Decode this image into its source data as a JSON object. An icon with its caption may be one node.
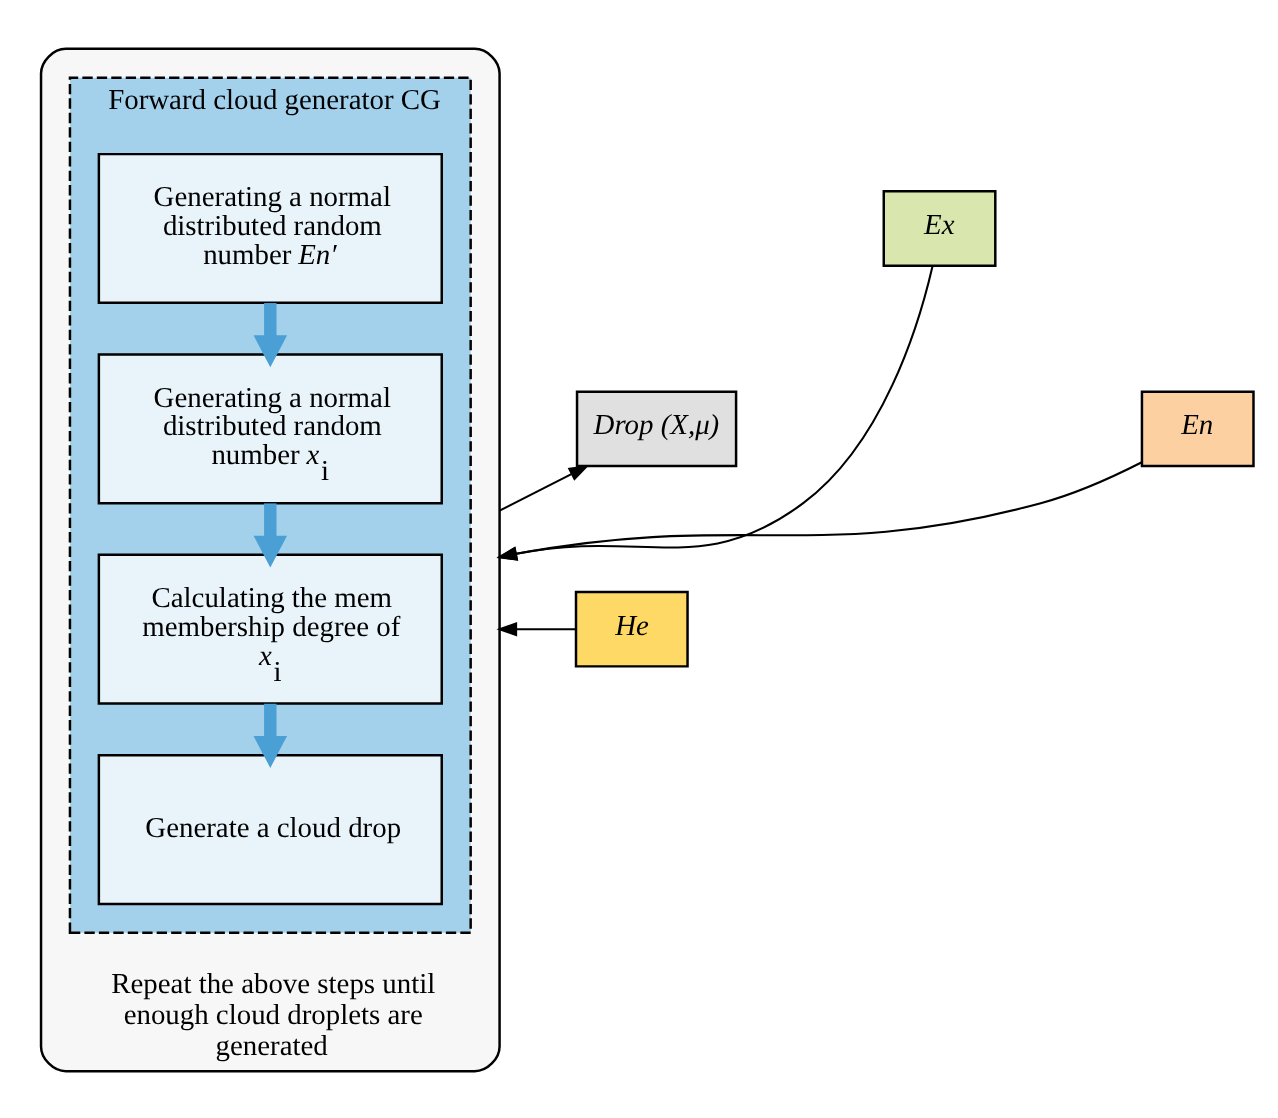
{
  "diagram": {
    "nodes": [
      {
        "text": [
          "Repeat the above steps until enough cloud droplets are generated"
        ]
      },
      {
        "text": [
          "Forward cloud generator CG"
        ],
        "in": 0
      },
      {
        "text": [
          "Generating a normal distributed random number *En′*"
        ],
        "in": 1
      },
      {
        "text": [
          "Generating a normal distributed random number *x*$_{i}$"
        ],
        "in": 1
      },
      {
        "text": [
          "Calculating the mem membership degree of *x*$_{i}$"
        ],
        "in": 1
      },
      {
        "text": [
          "Generate a cloud drop"
        ],
        "in": 1
      },
      {
        "text": [
          "Ex"
        ]
      },
      {
        "text": [
          "En"
        ]
      },
      {
        "text": [
          "He"
        ]
      },
      {
        "text": [
          "Drop (X,μ)"
        ]
      }
    ],
    "edges": [
      {
        "from": 6,
        "to": 0,
        "arrow": "to"
      },
      {
        "from": 7,
        "to": 0,
        "arrow": "to"
      },
      {
        "from": 8,
        "to": 0,
        "arrow": "to"
      },
      {
        "from": 0,
        "to": 9,
        "arrow": "to"
      },
      {
        "from": 2,
        "to": 3,
        "arrow": "to",
        "style": "thick",
        "color": "#4a9fd4"
      },
      {
        "from": 3,
        "to": 4,
        "arrow": "to",
        "style": "thick",
        "color": "#4a9fd4"
      },
      {
        "from": 4,
        "to": 5,
        "arrow": "to",
        "style": "thick",
        "color": "#4a9fd4"
      }
    ]
  }
}
